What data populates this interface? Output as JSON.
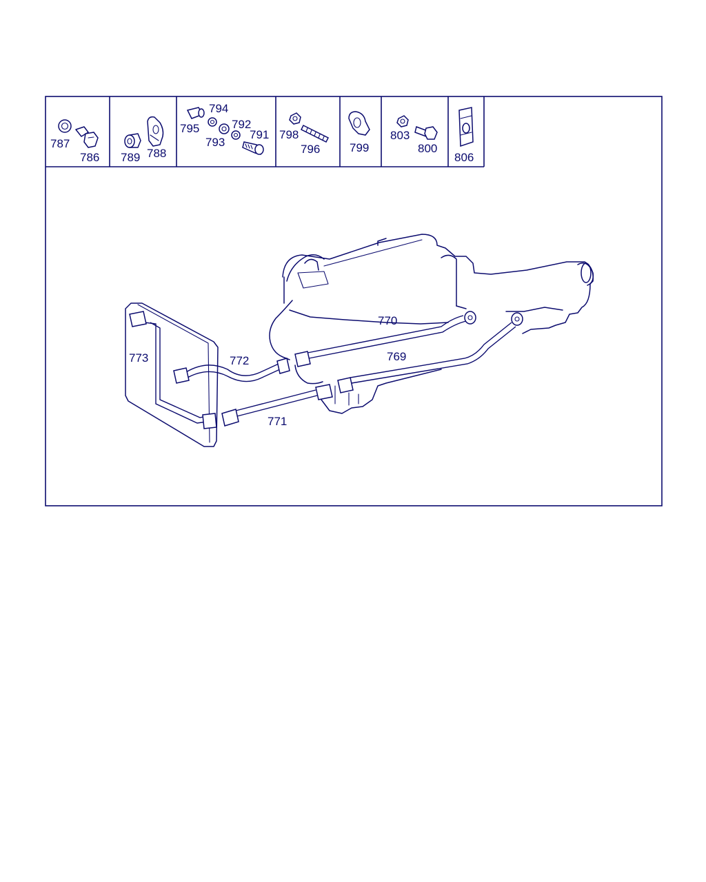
{
  "colors": {
    "line": "#0b0b6e",
    "background": "#ffffff"
  },
  "diagram": {
    "small_parts": {
      "p787": "787",
      "p786": "786",
      "p789": "789",
      "p788": "788",
      "p794": "794",
      "p795": "795",
      "p792": "792",
      "p791": "791",
      "p793": "793",
      "p798": "798",
      "p796": "796",
      "p799": "799",
      "p803": "803",
      "p800": "800",
      "p806": "806"
    },
    "lines": {
      "p770": "770",
      "p769": "769",
      "p772": "772",
      "p773": "773",
      "p771": "771"
    }
  }
}
